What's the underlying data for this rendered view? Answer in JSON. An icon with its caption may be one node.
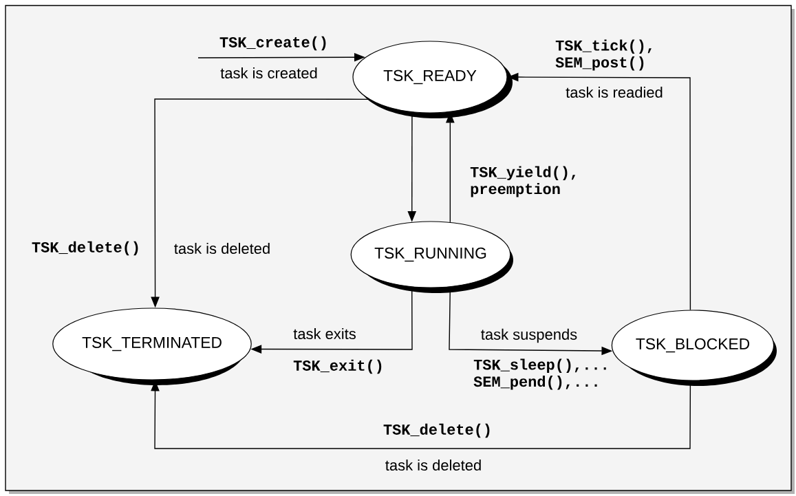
{
  "diagram": {
    "nodes": [
      {
        "text": [
          "TSK_READY"
        ]
      },
      {
        "text": [
          "TSK_RUNNING"
        ]
      },
      {
        "text": [
          "TSK_TERMINATED"
        ]
      },
      {
        "text": [
          "TSK_BLOCKED"
        ]
      }
    ],
    "edges": [
      {
        "from": null,
        "to": 0,
        "arrow": "to",
        "label": "TSK_create()"
      },
      {
        "from": 0,
        "to": 2,
        "arrow": "to",
        "label": "TSK_delete()"
      },
      {
        "from": 0,
        "to": 1,
        "arrow": "to"
      },
      {
        "from": 1,
        "to": 0,
        "arrow": "to",
        "label": "TSK_yield(), preemption"
      },
      {
        "from": 1,
        "to": 2,
        "arrow": "to",
        "label": "task exits"
      },
      {
        "from": 1,
        "to": 3,
        "arrow": "to",
        "label": "task suspends"
      },
      {
        "from": 3,
        "to": 0,
        "arrow": "to",
        "label": "TSK_tick(), SEM_post()"
      },
      {
        "from": 3,
        "to": 2,
        "arrow": "to",
        "label": "TSK_delete()"
      }
    ],
    "labels": [
      "task is created",
      "task is readied",
      "task is deleted",
      "TSK_exit()",
      "TSK_sleep(),... SEM_pend(),...",
      "task is deleted"
    ]
  }
}
